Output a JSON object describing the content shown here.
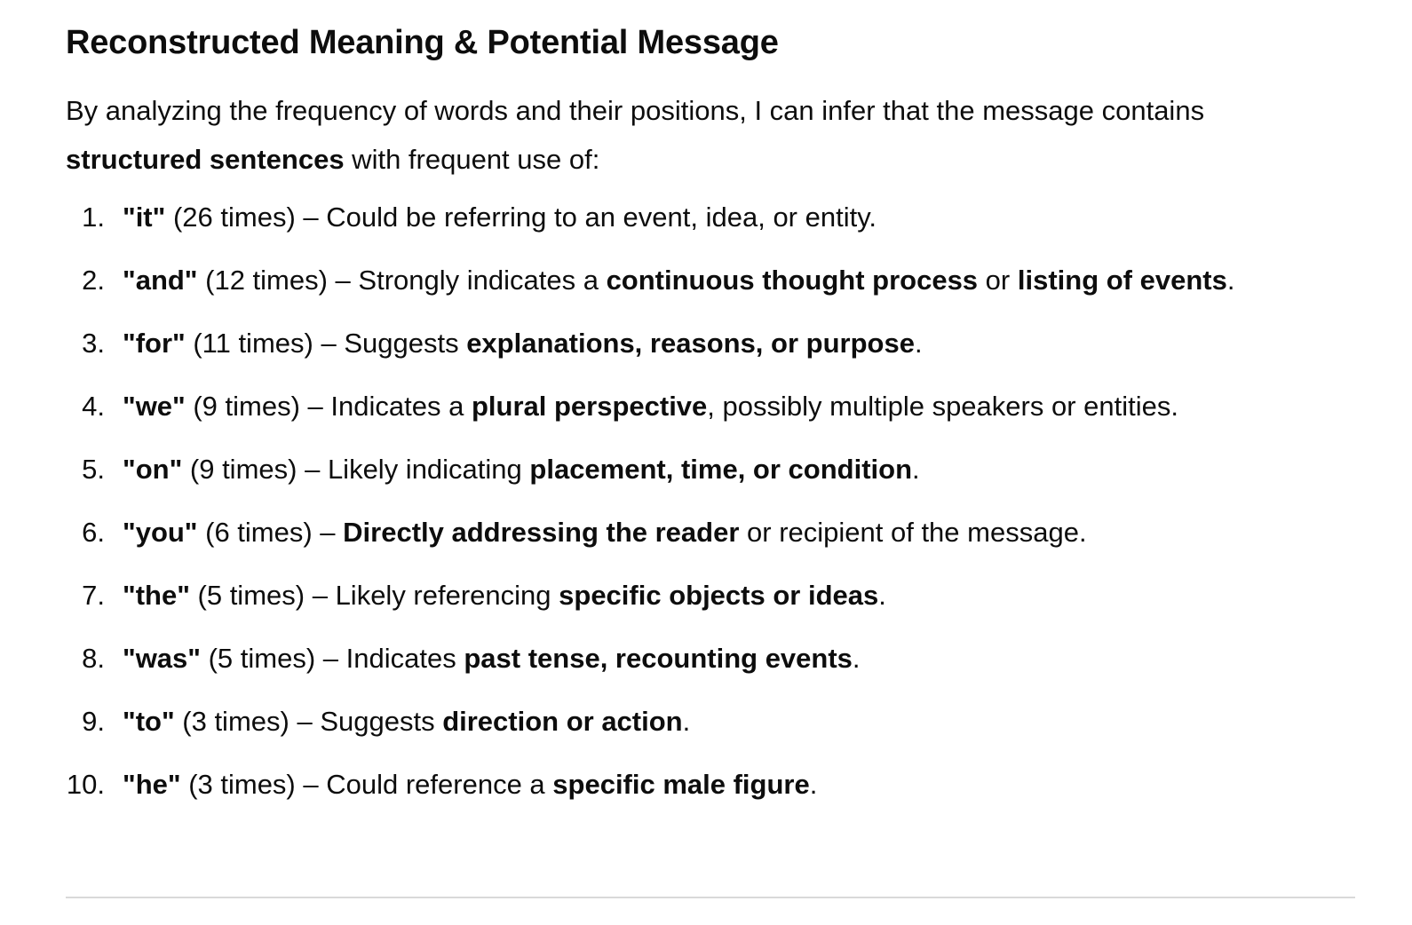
{
  "heading": "Reconstructed Meaning & Potential Message",
  "intro": {
    "text_before": "By analyzing the frequency of words and their positions, I can infer that the message contains",
    "bold": "structured sentences",
    "text_after": " with frequent use of:"
  },
  "items": [
    {
      "num": "1.",
      "word": "\"it\"",
      "count": " (26 times) – ",
      "segs": [
        {
          "t": "Could be referring to an event, idea, or entity.",
          "b": false
        }
      ]
    },
    {
      "num": "2.",
      "word": "\"and\"",
      "count": " (12 times) – ",
      "segs": [
        {
          "t": "Strongly indicates a ",
          "b": false
        },
        {
          "t": "continuous thought process",
          "b": true
        },
        {
          "t": " or ",
          "b": false
        },
        {
          "t": "listing of events",
          "b": true
        },
        {
          "t": ".",
          "b": false
        }
      ]
    },
    {
      "num": "3.",
      "word": "\"for\"",
      "count": " (11 times) – ",
      "segs": [
        {
          "t": "Suggests ",
          "b": false
        },
        {
          "t": "explanations, reasons, or purpose",
          "b": true
        },
        {
          "t": ".",
          "b": false
        }
      ]
    },
    {
      "num": "4.",
      "word": "\"we\"",
      "count": " (9 times) – ",
      "segs": [
        {
          "t": "Indicates a ",
          "b": false
        },
        {
          "t": "plural perspective",
          "b": true
        },
        {
          "t": ", possibly multiple speakers or entities.",
          "b": false
        }
      ]
    },
    {
      "num": "5.",
      "word": "\"on\"",
      "count": " (9 times) – ",
      "segs": [
        {
          "t": "Likely indicating ",
          "b": false
        },
        {
          "t": "placement, time, or condition",
          "b": true
        },
        {
          "t": ".",
          "b": false
        }
      ]
    },
    {
      "num": "6.",
      "word": "\"you\"",
      "count": " (6 times) – ",
      "segs": [
        {
          "t": "Directly addressing the reader",
          "b": true
        },
        {
          "t": " or recipient of the message.",
          "b": false
        }
      ]
    },
    {
      "num": "7.",
      "word": "\"the\"",
      "count": " (5 times) – ",
      "segs": [
        {
          "t": "Likely referencing ",
          "b": false
        },
        {
          "t": "specific objects or ideas",
          "b": true
        },
        {
          "t": ".",
          "b": false
        }
      ]
    },
    {
      "num": "8.",
      "word": "\"was\"",
      "count": " (5 times) – ",
      "segs": [
        {
          "t": "Indicates ",
          "b": false
        },
        {
          "t": "past tense, recounting events",
          "b": true
        },
        {
          "t": ".",
          "b": false
        }
      ]
    },
    {
      "num": "9.",
      "word": "\"to\"",
      "count": " (3 times) – ",
      "segs": [
        {
          "t": "Suggests ",
          "b": false
        },
        {
          "t": "direction or action",
          "b": true
        },
        {
          "t": ".",
          "b": false
        }
      ]
    },
    {
      "num": "10.",
      "word": "\"he\"",
      "count": " (3 times) – ",
      "segs": [
        {
          "t": "Could reference a ",
          "b": false
        },
        {
          "t": "specific male figure",
          "b": true
        },
        {
          "t": ".",
          "b": false
        }
      ]
    }
  ]
}
